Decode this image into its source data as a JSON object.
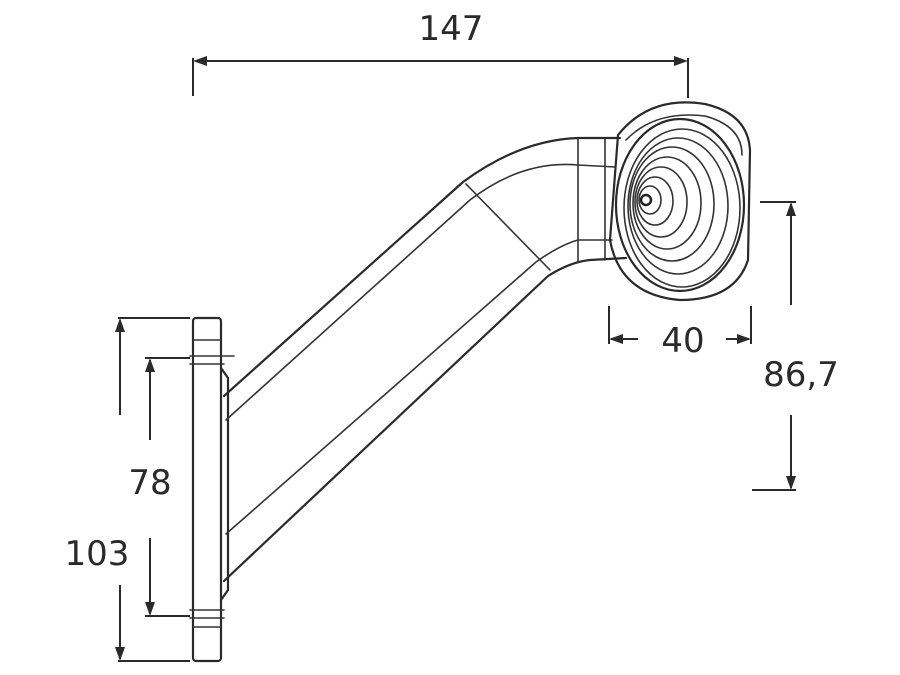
{
  "dimensions": {
    "overall_width": "147",
    "lens_width": "40",
    "lens_height": "86,7",
    "hole_spacing": "78",
    "base_height": "103"
  }
}
